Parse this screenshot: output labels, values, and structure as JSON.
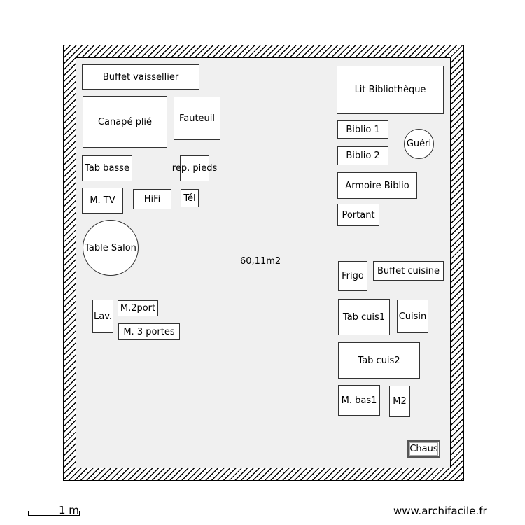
{
  "plan": {
    "area": "60,11m2",
    "items": {
      "buffet_vaissellier": "Buffet vaissellier",
      "canape_plie": "Canapé plié",
      "fauteuil": "Fauteuil",
      "tab_basse": "Tab basse",
      "rep_pieds": "rep. pieds",
      "m_tv": "M. TV",
      "hifi": "HiFi",
      "tel": "Tél",
      "table_salon": "Table Salon",
      "lav": "Lav.",
      "m_2port": "M.2port",
      "m_3_portes": "M. 3 portes",
      "lit_bibliotheque": "Lit Bibliothèque",
      "biblio_1": "Biblio 1",
      "biblio_2": "Biblio 2",
      "gueri": "Guéri",
      "armoire_biblio": "Armoire Biblio",
      "portant": "Portant",
      "frigo": "Frigo",
      "buffet_cuisine": "Buffet cuisine",
      "tab_cuis1": "Tab cuis1",
      "cuisin": "Cuisin",
      "tab_cuis2": "Tab cuis2",
      "m_bas1": "M. bas1",
      "m2": "M2",
      "chaus": "Chaus"
    }
  },
  "scale": {
    "label": "1 m"
  },
  "watermark": "www.archifacile.fr"
}
